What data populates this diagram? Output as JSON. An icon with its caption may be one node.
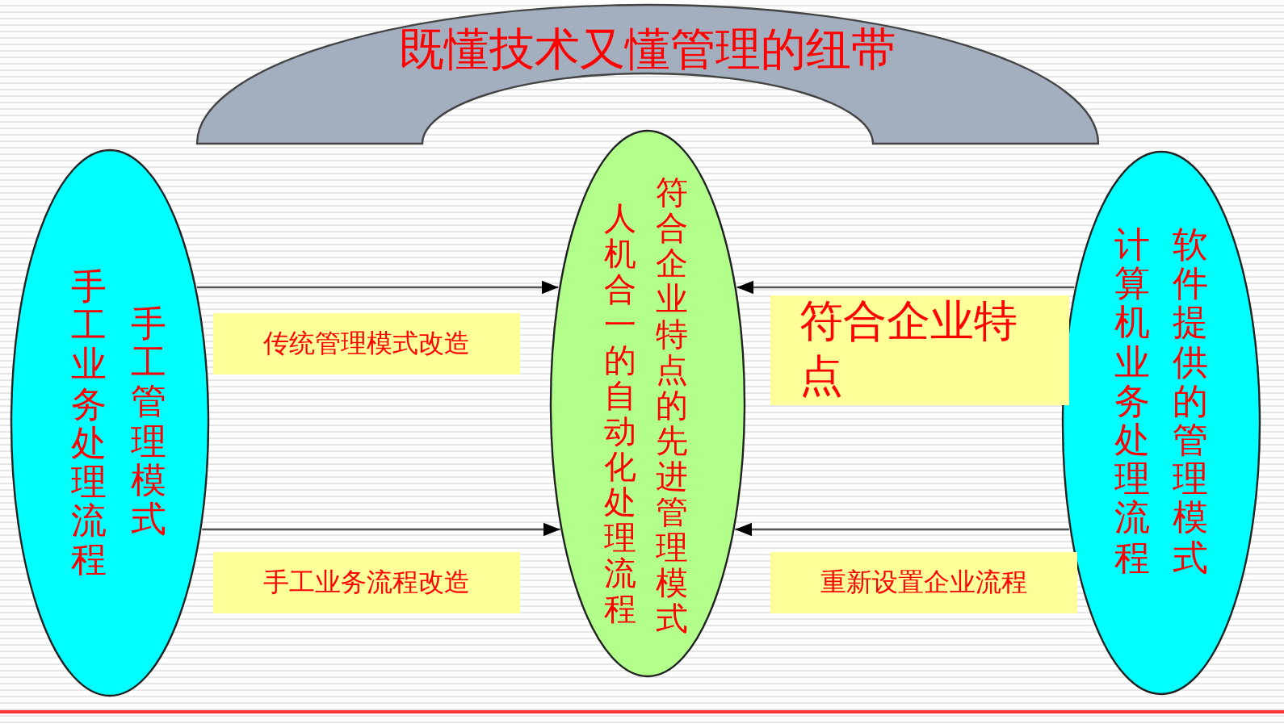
{
  "diagram": {
    "nodes": [
      {
        "text": [
          "既懂技术又懂管理的纽带"
        ]
      },
      {
        "text": [
          "手工业务处理流程",
          "手工管理模式"
        ]
      },
      {
        "text": [
          "人机合一的自动化处理流程",
          "符合企业特点的先进管理模式"
        ]
      },
      {
        "text": [
          "计算机业务处理流程",
          "软件提供的管理模式"
        ]
      }
    ],
    "edges": [
      {
        "from": 1,
        "to": 2,
        "arrow": "to",
        "label": "传统管理模式改造"
      },
      {
        "from": 1,
        "to": 2,
        "arrow": "to",
        "label": "手工业务流程改造"
      },
      {
        "from": 3,
        "to": 2,
        "arrow": "to",
        "label": "符合企业特点"
      },
      {
        "from": 3,
        "to": 2,
        "arrow": "to",
        "label": "重新设置企业流程"
      }
    ]
  }
}
